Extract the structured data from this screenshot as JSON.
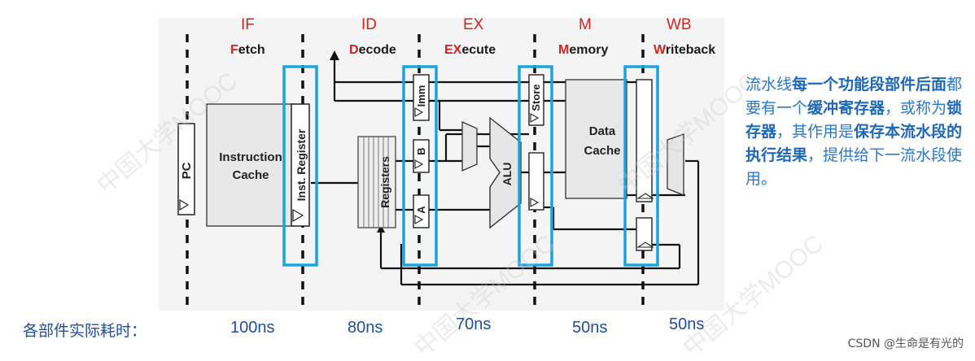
{
  "stages": [
    {
      "abbr": "IF",
      "name_hl": "F",
      "name_rest": "etch",
      "time": "100ns"
    },
    {
      "abbr": "ID",
      "name_hl": "D",
      "name_rest": "ecode",
      "time": "80ns"
    },
    {
      "abbr": "EX",
      "name_hl": "EX",
      "name_rest": "ecute",
      "time": "70ns"
    },
    {
      "abbr": "M",
      "name_hl": "M",
      "name_rest": "emory",
      "time": "50ns"
    },
    {
      "abbr": "WB",
      "name_hl": "W",
      "name_rest": "riteback",
      "time": "50ns"
    }
  ],
  "blocks": {
    "pc": "PC",
    "icache_l1": "Instruction",
    "icache_l2": "Cache",
    "inst_reg": "Inst. Register",
    "registers": "Registers",
    "imm": "Imm",
    "b": "B",
    "a": "A",
    "alu": "ALU",
    "store": "Store",
    "dcache_l1": "Data",
    "dcache_l2": "Cache"
  },
  "side_note": {
    "p1": "流水线",
    "b1": "每一个功能段部件后面",
    "p2": "都要有一个",
    "b2": "缓冲寄存器",
    "p3": "，或称为",
    "b3": "锁存器",
    "p4": "，其作用是",
    "b4": "保存本流水段的执行结果",
    "p5": "，提供给下一流水段使用。"
  },
  "timing_label": "各部件实际耗时：",
  "credit": "CSDN @生命是有光的",
  "watermark": "中国大学MOOC",
  "colors": {
    "stage_red": "#d6211e",
    "latch_blue": "#1aa3dd",
    "note_blue": "#2a78c8"
  }
}
